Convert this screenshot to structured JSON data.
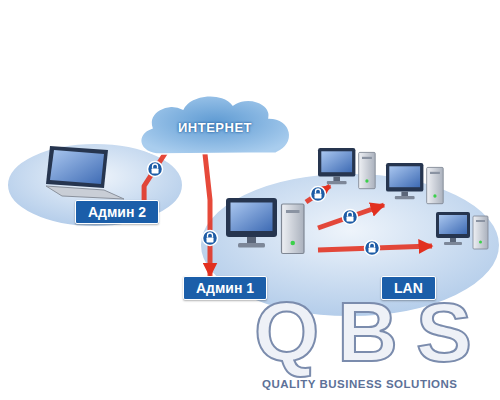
{
  "diagram": {
    "nodes": [
      {
        "text": [
          "ИНТЕРНЕТ"
        ]
      },
      {
        "text": [
          "Админ 2"
        ]
      },
      {
        "text": [
          "Админ 1"
        ]
      },
      {
        "text": [
          "LAN"
        ]
      }
    ],
    "edges": [
      {
        "from": 1,
        "to": 0,
        "arrow": "none"
      },
      {
        "from": 0,
        "to": 2,
        "arrow": "to"
      }
    ],
    "labels": [
      "QBS",
      "QUALITY BUSINESS SOLUTIONS"
    ]
  }
}
